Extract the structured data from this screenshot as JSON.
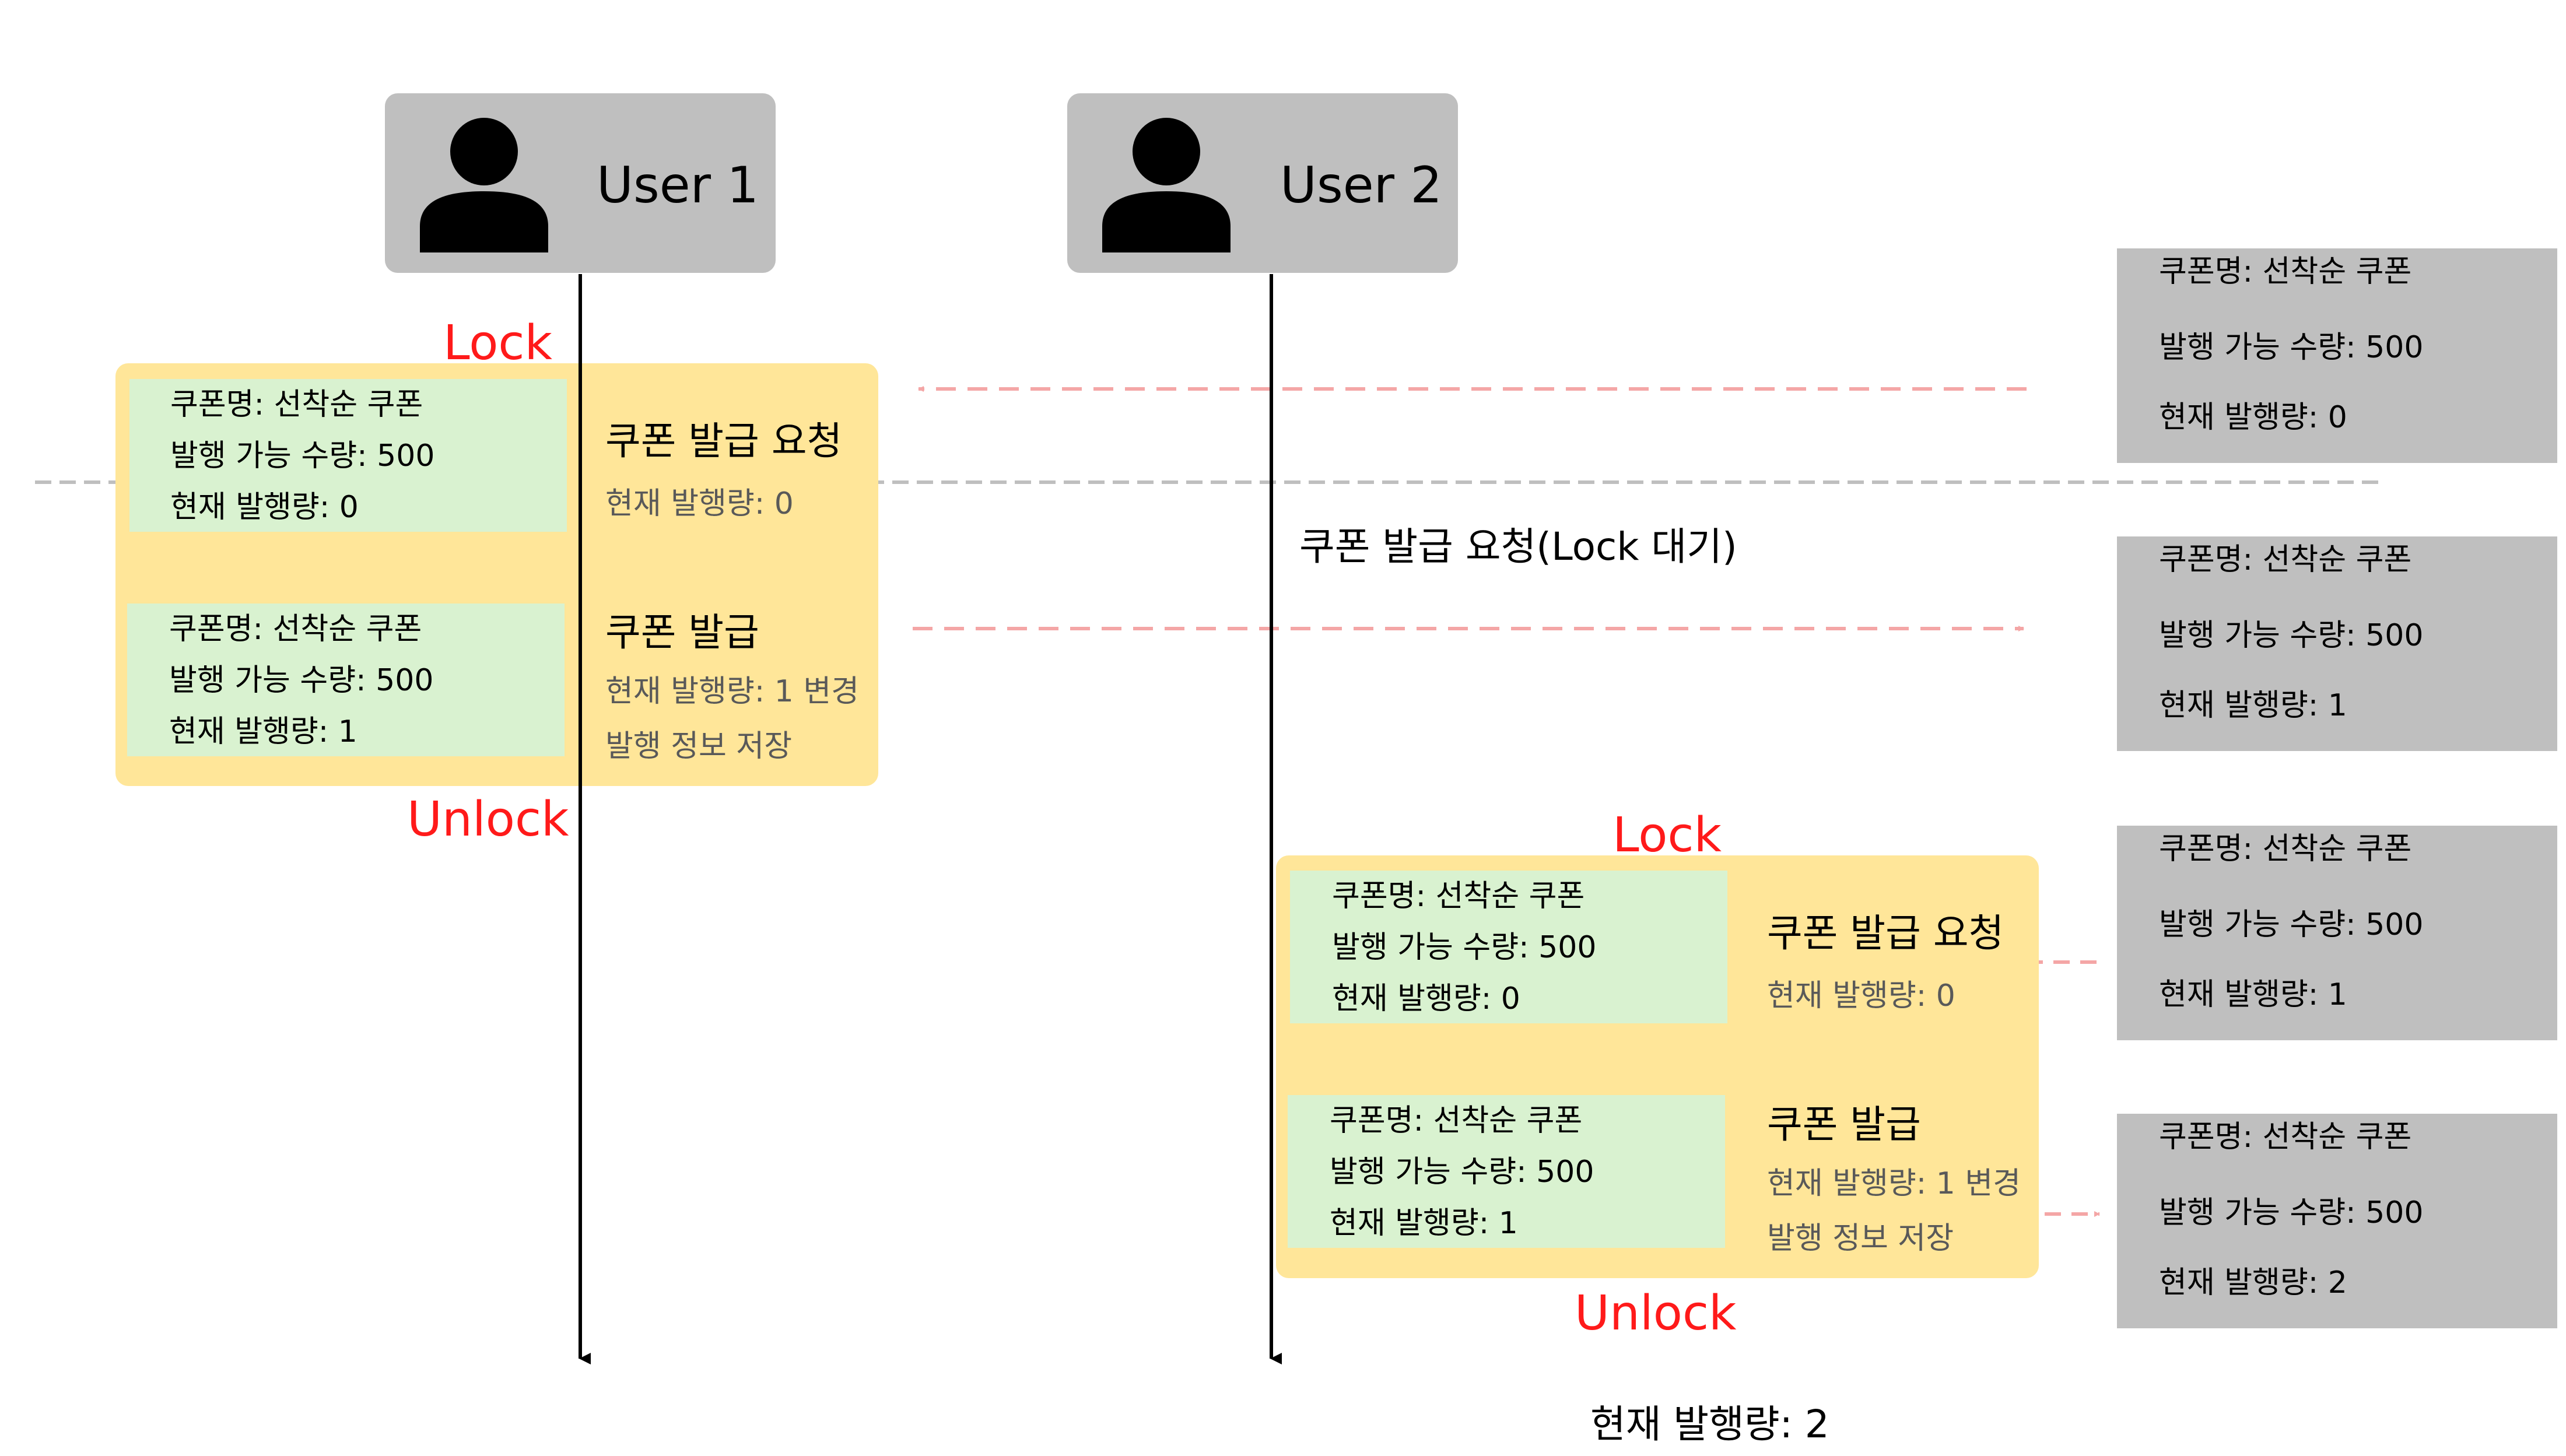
{
  "users": [
    {
      "label": "User 1",
      "icon": "person-icon"
    },
    {
      "label": "User 2",
      "icon": "person-icon"
    }
  ],
  "coupon": {
    "name_line": "쿠폰명: 선착순 쿠폰",
    "capacity_line": "발행 가능 수량: 500",
    "issued_0": "현재 발행량: 0",
    "issued_1": "현재 발행량: 1",
    "issued_2": "현재 발행량: 2"
  },
  "labels": {
    "lock": "Lock",
    "unlock": "Unlock",
    "request": "쿠폰 발급 요청",
    "issue": "쿠폰 발급",
    "issued_change": "현재 발행량: 1 변경",
    "save_info": "발행 정보 저장",
    "wait_lock": "쿠폰 발급 요청(Lock 대기)",
    "final_issued": "현재 발행량: 2"
  },
  "colors": {
    "user_box": "#bfbfbf",
    "transaction_box": "#ffe699",
    "state_box": "#d9f2d0",
    "lock_text": "#ff1a1a",
    "arrow": "#f4a6a6",
    "separator": "#bfbfbf"
  }
}
